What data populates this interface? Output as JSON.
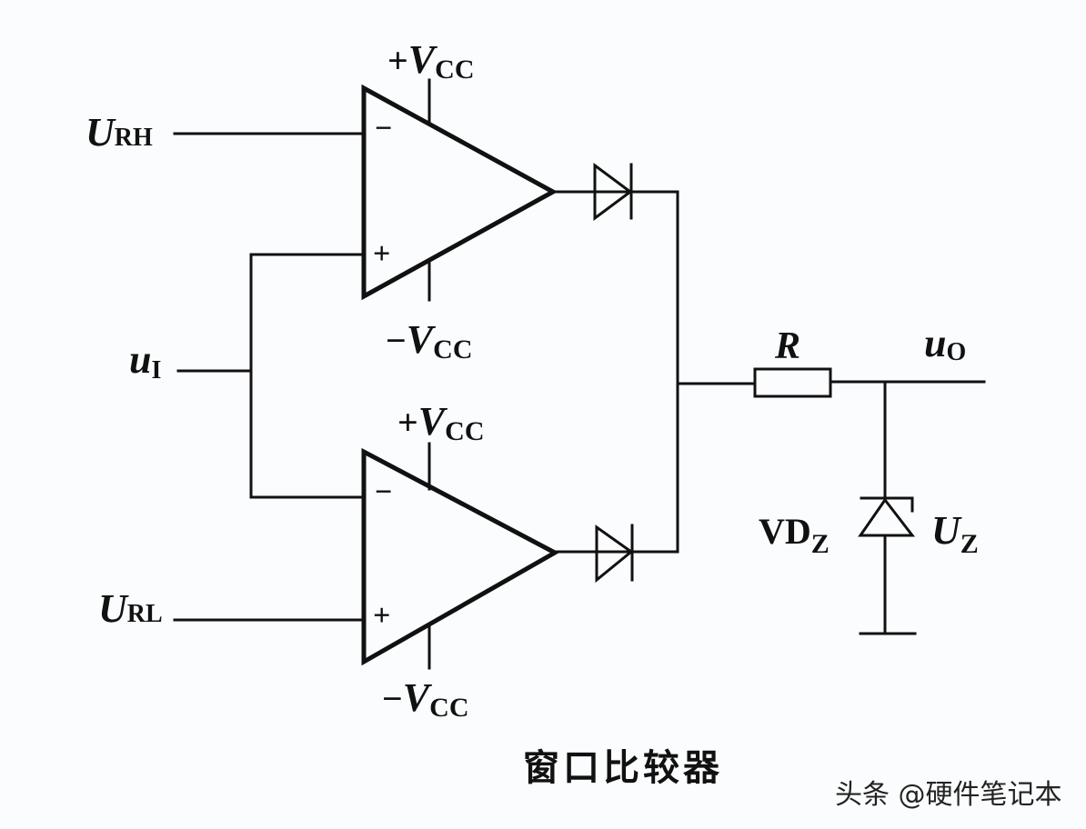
{
  "diagram": {
    "title": "窗口比较器",
    "watermark": "头条 @硬件笔记本",
    "labels": {
      "u_rh": {
        "main": "U",
        "sub": "RH"
      },
      "u_rl": {
        "main": "U",
        "sub": "RL"
      },
      "u_i": {
        "main": "u",
        "sub": "I"
      },
      "u_o": {
        "main": "u",
        "sub": "O"
      },
      "resistor": "R",
      "zener_name": {
        "main": "VD",
        "sub": "Z"
      },
      "zener_voltage": {
        "main": "U",
        "sub": "Z"
      },
      "top_opamp_vplus": {
        "prefix": "+",
        "main": "V",
        "sub": "CC"
      },
      "top_opamp_vminus": {
        "prefix": "−",
        "main": "V",
        "sub": "CC"
      },
      "bottom_opamp_vplus": {
        "prefix": "+",
        "main": "V",
        "sub": "CC"
      },
      "bottom_opamp_vminus": {
        "prefix": "−",
        "main": "V",
        "sub": "CC"
      }
    },
    "pins": {
      "inverting": "−",
      "non_inverting": "+"
    }
  }
}
